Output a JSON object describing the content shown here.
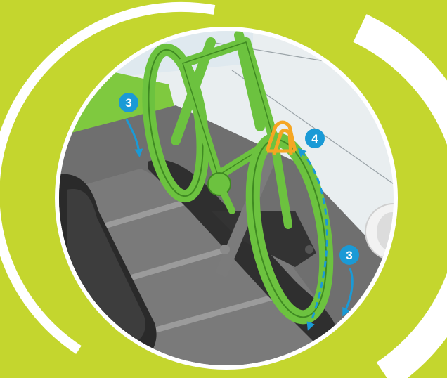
{
  "background_color": "#c4d62e",
  "colors": {
    "bike": "#6cc23f",
    "bike_dark": "#3f8a22",
    "arm": "#f5a623",
    "badge": "#1a9ad6",
    "arrow": "#1a9ad6",
    "ring": "#ffffff"
  },
  "callouts": {
    "step_left": "3",
    "step_clamp": "4",
    "step_right": "3"
  }
}
